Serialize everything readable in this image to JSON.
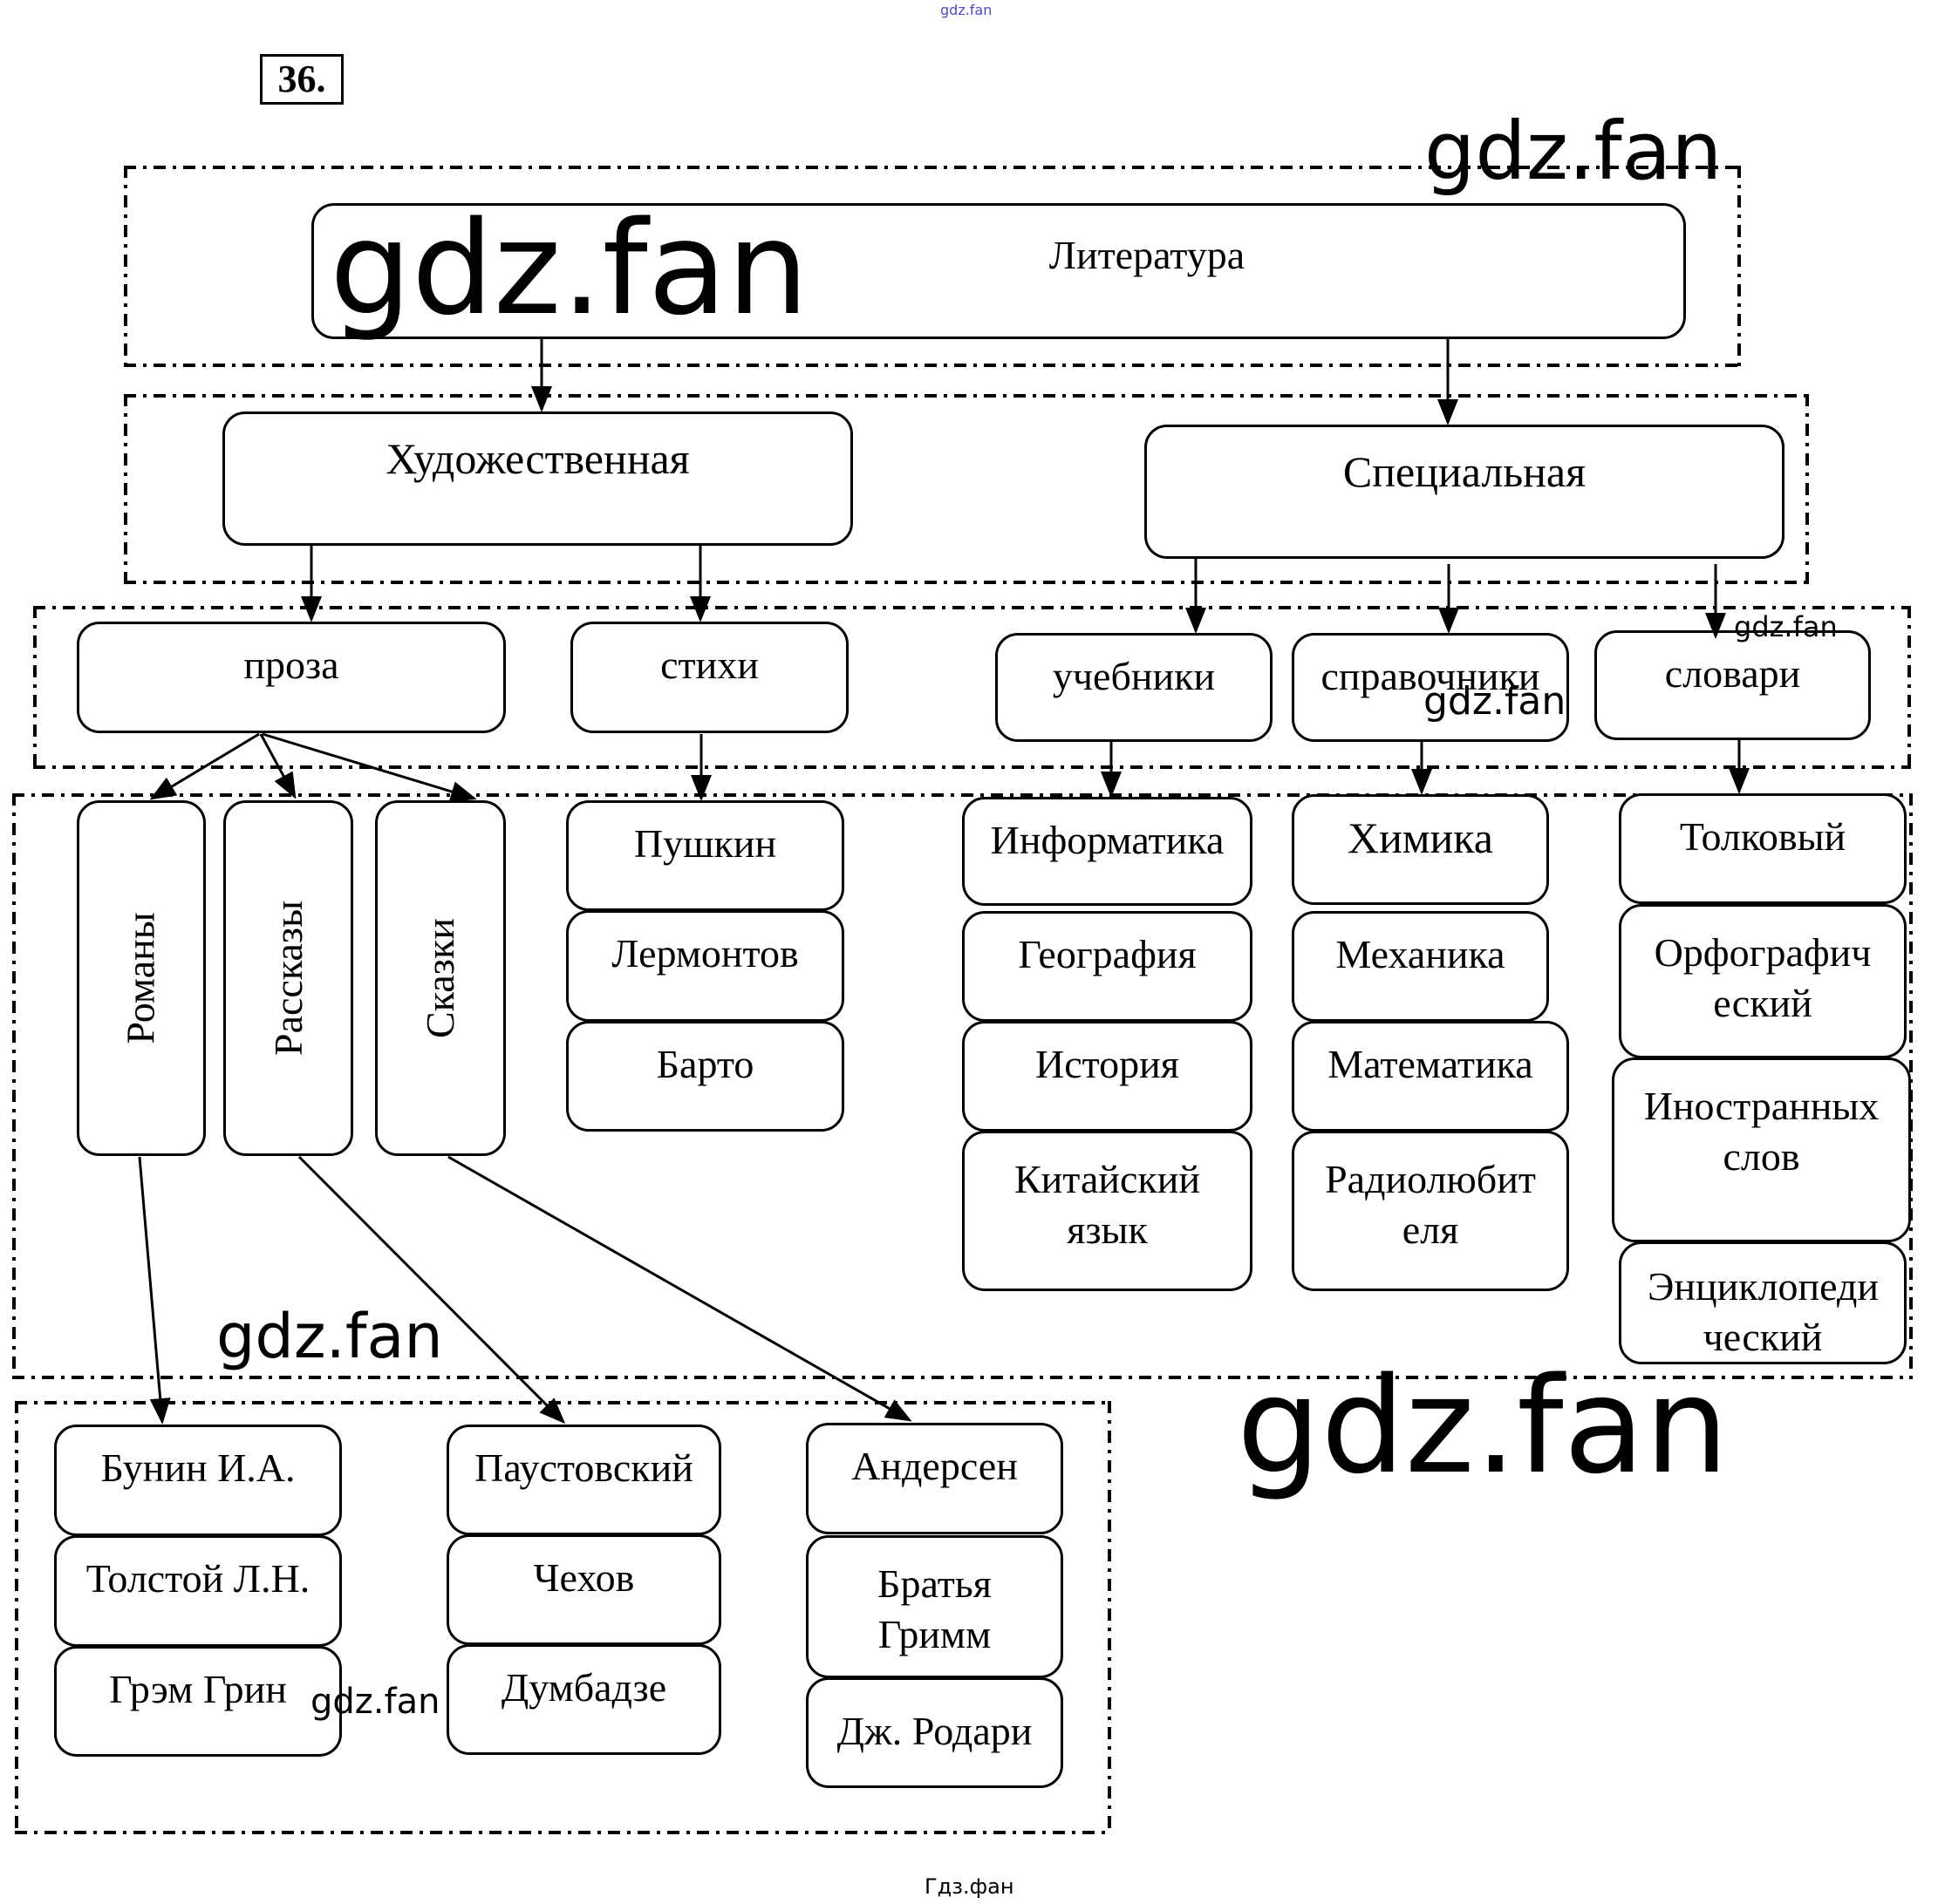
{
  "problem_number": "36.",
  "watermarks": {
    "top_small": "gdz.fan",
    "top_right": "gdz.fan",
    "root_box": "gdz.fan",
    "slovari": "gdz.fan",
    "spravochniki": "gdz.fan",
    "middle_left": "gdz.fan",
    "middle_right": "gdz.fan",
    "bottom_left": "gdz.fan",
    "footer": "Гдз.фан"
  },
  "tree": {
    "root": "Литература",
    "level2": {
      "fiction": "Художественная",
      "special": "Специальная"
    },
    "level3": {
      "prose": "проза",
      "poems": "стихи",
      "textbooks": "учебники",
      "references": "справочники",
      "dictionaries": "словари"
    },
    "prose_genres": [
      "Романы",
      "Рассказы",
      "Сказки"
    ],
    "poets": [
      "Пушкин",
      "Лермонтов",
      "Барто"
    ],
    "textbooks": [
      "Информатика",
      "География",
      "История",
      "Китайский язык"
    ],
    "references": [
      "Химика",
      "Механика",
      "Математика",
      "Радиолюбит еля"
    ],
    "dictionaries": [
      "Толковый",
      "Орфографич еский",
      "Иностранных слов",
      "Энциклопеди ческий"
    ],
    "novel_authors": [
      "Бунин И.А.",
      "Толстой Л.Н.",
      "Грэм Грин"
    ],
    "story_authors": [
      "Паустовский",
      "Чехов",
      "Думбадзе"
    ],
    "tale_authors": [
      "Андерсен",
      "Братья Гримм",
      "Дж. Родари"
    ]
  }
}
